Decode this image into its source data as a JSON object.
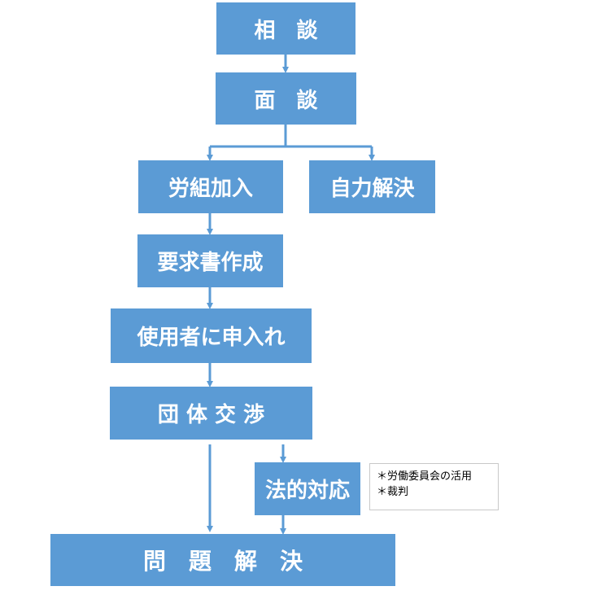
{
  "nodes": {
    "soudan": "相　談",
    "mendan": "面　談",
    "roukumi_kanyu": "労組加入",
    "jiriki_kaiketsu": "自力解決",
    "youkyuusho_sakusei": "要求書作成",
    "shiyousha_moushiire": "使用者に申入れ",
    "dantai_koushou": "団 体 交 渉",
    "houteki_taiou": "法的対応",
    "mondai_kaiketsu": "問　題　解　決"
  },
  "note": {
    "line1": "＊労働委員会の活用",
    "line2": "＊裁判"
  },
  "colors": {
    "box": "#5b9bd5",
    "arrow": "#5b9bd5",
    "text": "#ffffff",
    "note_border": "#c8c8c8"
  }
}
